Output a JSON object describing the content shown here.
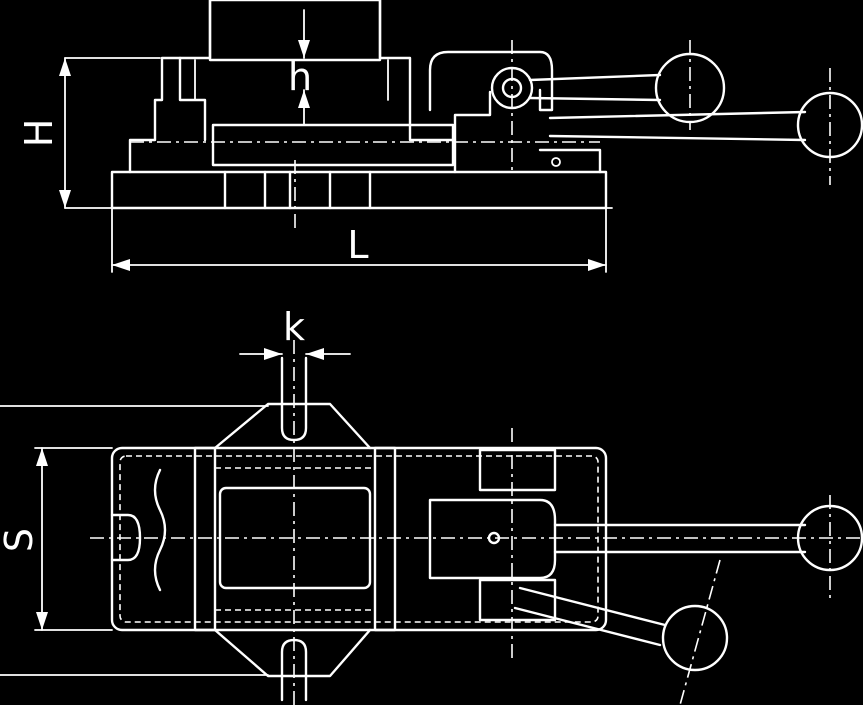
{
  "drawing": {
    "type": "machine-vise-technical-drawing",
    "background": "#000000",
    "line_color": "#ffffff",
    "views": [
      "side-view",
      "top-view"
    ],
    "dimension_labels": {
      "height": "H",
      "length": "L",
      "h": "h",
      "jaw_width": "S",
      "k": "k"
    }
  }
}
